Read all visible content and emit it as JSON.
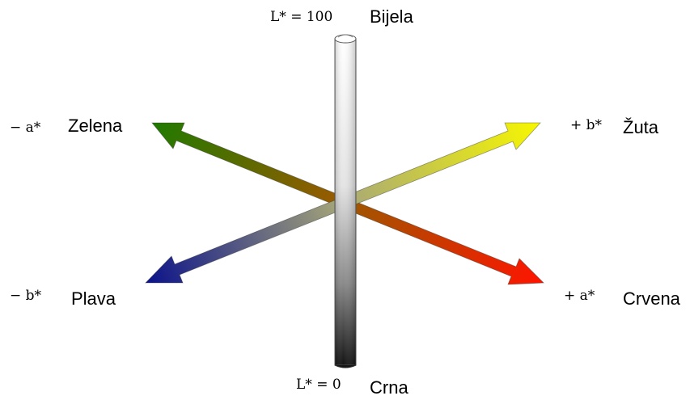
{
  "axes": {
    "lightness": {
      "top": {
        "symbol": "L* = 100",
        "name": "Bijela"
      },
      "bottom": {
        "symbol": "L* = 0",
        "name": "Crna"
      }
    },
    "a_axis": {
      "negative": {
        "symbol": "− a*",
        "name": "Zelena",
        "color": "#1f7a00"
      },
      "positive": {
        "symbol": "+ a*",
        "name": "Crvena",
        "color": "#ff1400"
      }
    },
    "b_axis": {
      "negative": {
        "symbol": "− b*",
        "name": "Plava",
        "color": "#0b128a"
      },
      "positive": {
        "symbol": "+ b*",
        "name": "Žuta",
        "color": "#f7f700"
      }
    }
  }
}
